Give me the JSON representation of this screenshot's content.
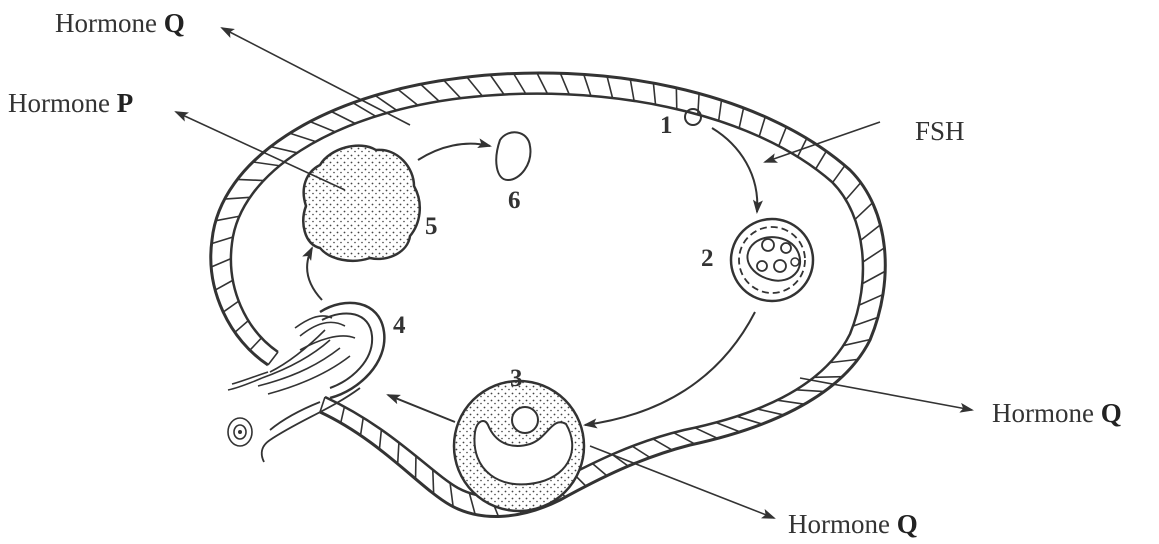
{
  "labels": {
    "hormone_word": "Hormone",
    "hormone_p": "P",
    "hormone_q": "Q",
    "fsh": "FSH"
  },
  "stages": [
    "1",
    "2",
    "3",
    "4",
    "5",
    "6"
  ],
  "colors": {
    "ink": "#333333",
    "background": "#ffffff"
  }
}
